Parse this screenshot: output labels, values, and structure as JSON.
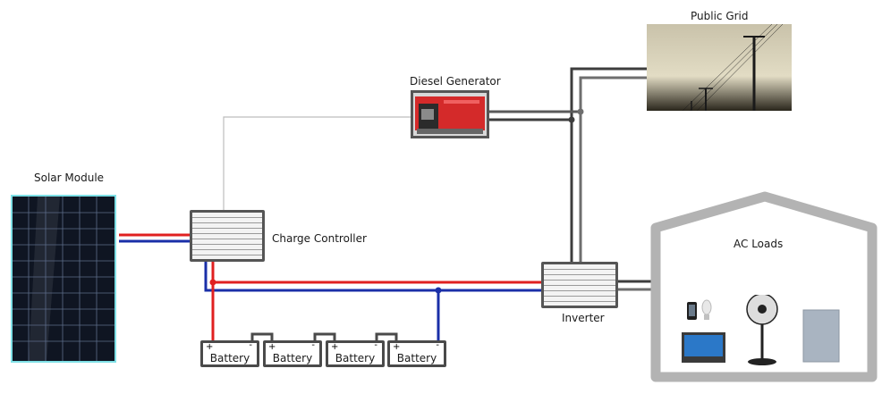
{
  "title": "Off-grid / hybrid solar power system diagram",
  "components": {
    "solar_module": {
      "label": "Solar Module"
    },
    "charge_controller": {
      "label": "Charge Controller"
    },
    "diesel_generator": {
      "label": "Diesel Generator"
    },
    "public_grid": {
      "label": "Public Grid"
    },
    "inverter": {
      "label": "Inverter"
    },
    "ac_loads": {
      "label": "AC Loads",
      "devices": [
        "phone-icon",
        "bulb-icon",
        "tv-icon",
        "fan-icon",
        "fridge-icon"
      ]
    },
    "batteries": [
      {
        "label": "Battery",
        "plus": "+",
        "minus": "-"
      },
      {
        "label": "Battery",
        "plus": "+",
        "minus": "-"
      },
      {
        "label": "Battery",
        "plus": "+",
        "minus": "-"
      },
      {
        "label": "Battery",
        "plus": "+",
        "minus": "-"
      }
    ]
  },
  "colors": {
    "positive_wire": "#e02020",
    "negative_wire": "#1a2fa8",
    "ac_wire_dark": "#3d3d3d",
    "ac_wire_light": "#6e6e6e",
    "house_outline": "#b3b3b3",
    "signal_wire": "#bdbdbd"
  }
}
